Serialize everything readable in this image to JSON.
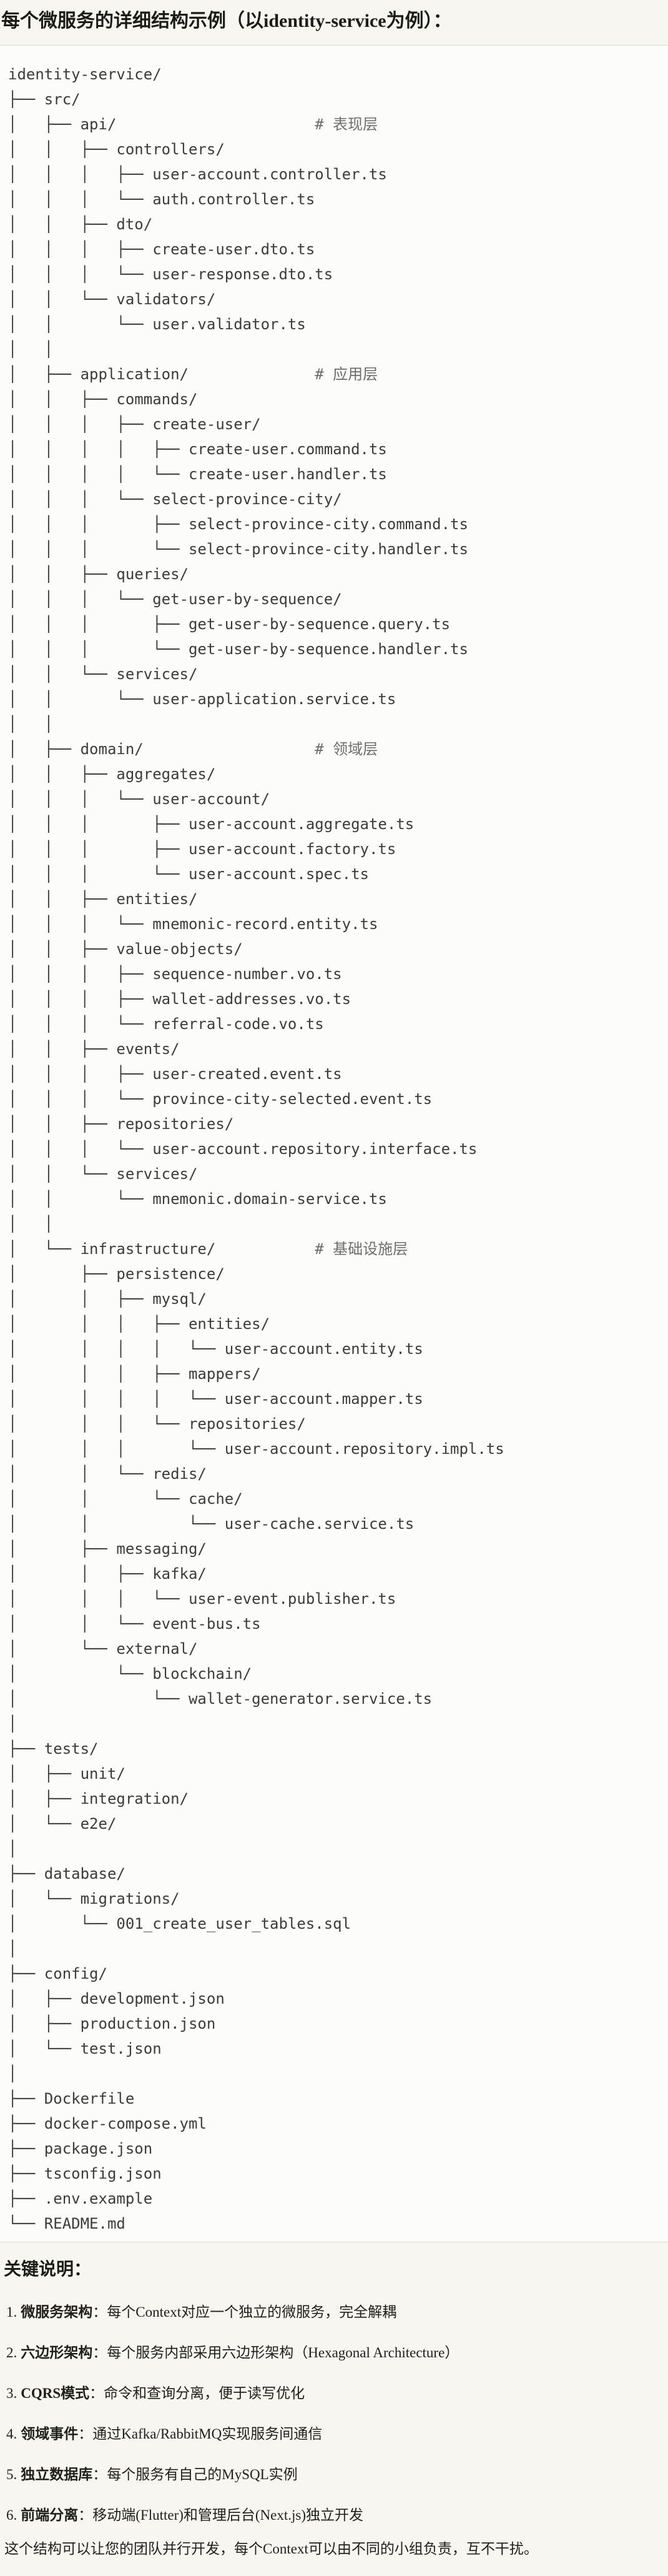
{
  "page": {
    "title": "每个微服务的详细结构示例（以identity-service为例）："
  },
  "code_block": {
    "tree_text": "identity-service/\n├── src/\n│   ├── api/                      # 表现层\n│   │   ├── controllers/\n│   │   │   ├── user-account.controller.ts\n│   │   │   └── auth.controller.ts\n│   │   ├── dto/\n│   │   │   ├── create-user.dto.ts\n│   │   │   └── user-response.dto.ts\n│   │   └── validators/\n│   │       └── user.validator.ts\n│   │\n│   ├── application/              # 应用层\n│   │   ├── commands/\n│   │   │   ├── create-user/\n│   │   │   │   ├── create-user.command.ts\n│   │   │   │   └── create-user.handler.ts\n│   │   │   └── select-province-city/\n│   │   │       ├── select-province-city.command.ts\n│   │   │       └── select-province-city.handler.ts\n│   │   ├── queries/\n│   │   │   └── get-user-by-sequence/\n│   │   │       ├── get-user-by-sequence.query.ts\n│   │   │       └── get-user-by-sequence.handler.ts\n│   │   └── services/\n│   │       └── user-application.service.ts\n│   │\n│   ├── domain/                   # 领域层\n│   │   ├── aggregates/\n│   │   │   └── user-account/\n│   │   │       ├── user-account.aggregate.ts\n│   │   │       ├── user-account.factory.ts\n│   │   │       └── user-account.spec.ts\n│   │   ├── entities/\n│   │   │   └── mnemonic-record.entity.ts\n│   │   ├── value-objects/\n│   │   │   ├── sequence-number.vo.ts\n│   │   │   ├── wallet-addresses.vo.ts\n│   │   │   └── referral-code.vo.ts\n│   │   ├── events/\n│   │   │   ├── user-created.event.ts\n│   │   │   └── province-city-selected.event.ts\n│   │   ├── repositories/\n│   │   │   └── user-account.repository.interface.ts\n│   │   └── services/\n│   │       └── mnemonic.domain-service.ts\n│   │\n│   └── infrastructure/           # 基础设施层\n│       ├── persistence/\n│       │   ├── mysql/\n│       │   │   ├── entities/\n│       │   │   │   └── user-account.entity.ts\n│       │   │   ├── mappers/\n│       │   │   │   └── user-account.mapper.ts\n│       │   │   └── repositories/\n│       │   │       └── user-account.repository.impl.ts\n│       │   └── redis/\n│       │       └── cache/\n│       │           └── user-cache.service.ts\n│       ├── messaging/\n│       │   ├── kafka/\n│       │   │   └── user-event.publisher.ts\n│       │   └── event-bus.ts\n│       └── external/\n│           └── blockchain/\n│               └── wallet-generator.service.ts\n│\n├── tests/\n│   ├── unit/\n│   ├── integration/\n│   └── e2e/\n│\n├── database/\n│   └── migrations/\n│       └── 001_create_user_tables.sql\n│\n├── config/\n│   ├── development.json\n│   ├── production.json\n│   └── test.json\n│\n├── Dockerfile\n├── docker-compose.yml\n├── package.json\n├── tsconfig.json\n├── .env.example\n└── README.md"
  },
  "notes": {
    "heading": "关键说明：",
    "items": [
      {
        "num": "1.",
        "term": "微服务架构",
        "desc": "：每个Context对应一个独立的微服务，完全解耦"
      },
      {
        "num": "2.",
        "term": "六边形架构",
        "desc": "：每个服务内部采用六边形架构（Hexagonal Architecture）"
      },
      {
        "num": "3.",
        "term": "CQRS模式",
        "desc": "：命令和查询分离，便于读写优化"
      },
      {
        "num": "4.",
        "term": "领域事件",
        "desc": "：通过Kafka/RabbitMQ实现服务间通信"
      },
      {
        "num": "5.",
        "term": "独立数据库",
        "desc": "：每个服务有自己的MySQL实例"
      },
      {
        "num": "6.",
        "term": "前端分离",
        "desc": "：移动端(Flutter)和管理后台(Next.js)独立开发"
      }
    ],
    "footer": "这个结构可以让您的团队并行开发，每个Context可以由不同的小组负责，互不干扰。"
  },
  "colors": {
    "page_bg": "#F8F6F0",
    "code_bg": "#FCFCFA",
    "border": "#DAD8D2",
    "code_text": "#3C3C39",
    "comment_text": "#6E6E68",
    "heading_text": "#1B1B18",
    "body_text": "#20201C"
  }
}
